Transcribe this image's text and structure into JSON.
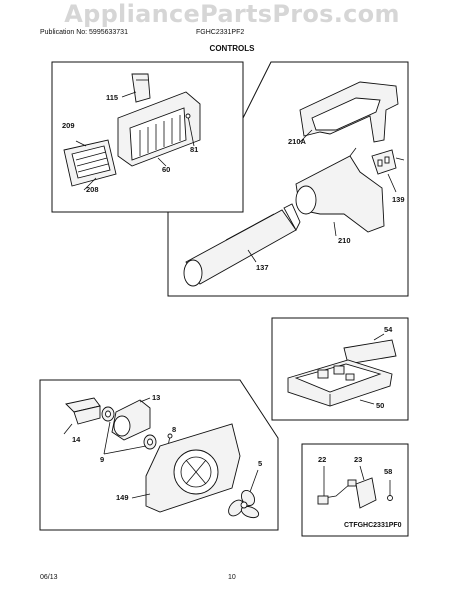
{
  "watermark": "AppliancePartsPros.com",
  "header": {
    "publication": "Publication No: 5995633731",
    "model": "FGHC2331PF2",
    "section": "CONTROLS"
  },
  "labels": {
    "p115": "115",
    "p209": "209",
    "p81": "81",
    "p60": "60",
    "p208": "208",
    "p210a": "210A",
    "p139": "139",
    "p210": "210",
    "p137": "137",
    "p54": "54",
    "p50": "50",
    "p13": "13",
    "p14": "14",
    "p8": "8",
    "p9": "9",
    "p5": "5",
    "p149": "149",
    "p22": "22",
    "p23": "23",
    "p58": "58"
  },
  "diagram_code": "CTFGHC2331PF0",
  "footer": {
    "date": "06/13",
    "page": "10"
  }
}
